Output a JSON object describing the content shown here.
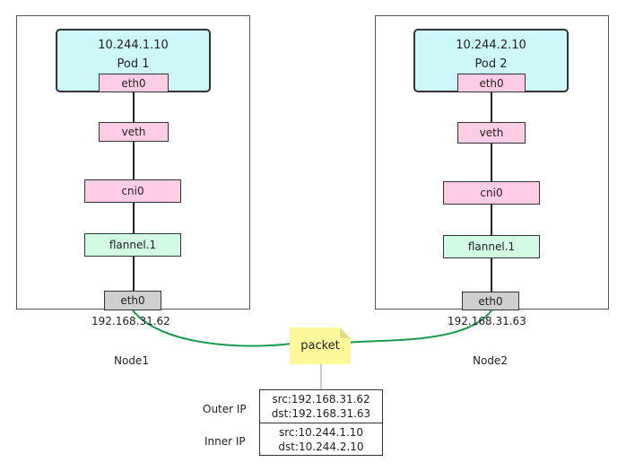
{
  "nodes": [
    {
      "pod_ip": "10.244.1.10",
      "pod_name": "Pod 1",
      "eth0": "eth0",
      "veth": "veth",
      "cni0": "cni0",
      "flannel": "flannel.1",
      "host_eth0": "eth0",
      "host_ip": "192.168.31.62",
      "node_name": "Node1"
    },
    {
      "pod_ip": "10.244.2.10",
      "pod_name": "Pod 2",
      "eth0": "eth0",
      "veth": "veth",
      "cni0": "cni0",
      "flannel": "flannel.1",
      "host_eth0": "eth0",
      "host_ip": "192.168.31.63",
      "node_name": "Node2"
    }
  ],
  "packet": {
    "label": "packet",
    "outer_label": "Outer IP",
    "inner_label": "Inner IP",
    "outer_src": "src:192.168.31.62",
    "outer_dst": "dst:192.168.31.63",
    "inner_src": "src:10.244.1.10",
    "inner_dst": "dst:10.244.2.10"
  },
  "colors": {
    "pod_fill": "#cdf7f9",
    "pink": "#ffcce6",
    "green": "#d3fbe3",
    "gray": "#cfcfcf",
    "link": "#1a9a4f",
    "packet": "#fdf99b"
  }
}
